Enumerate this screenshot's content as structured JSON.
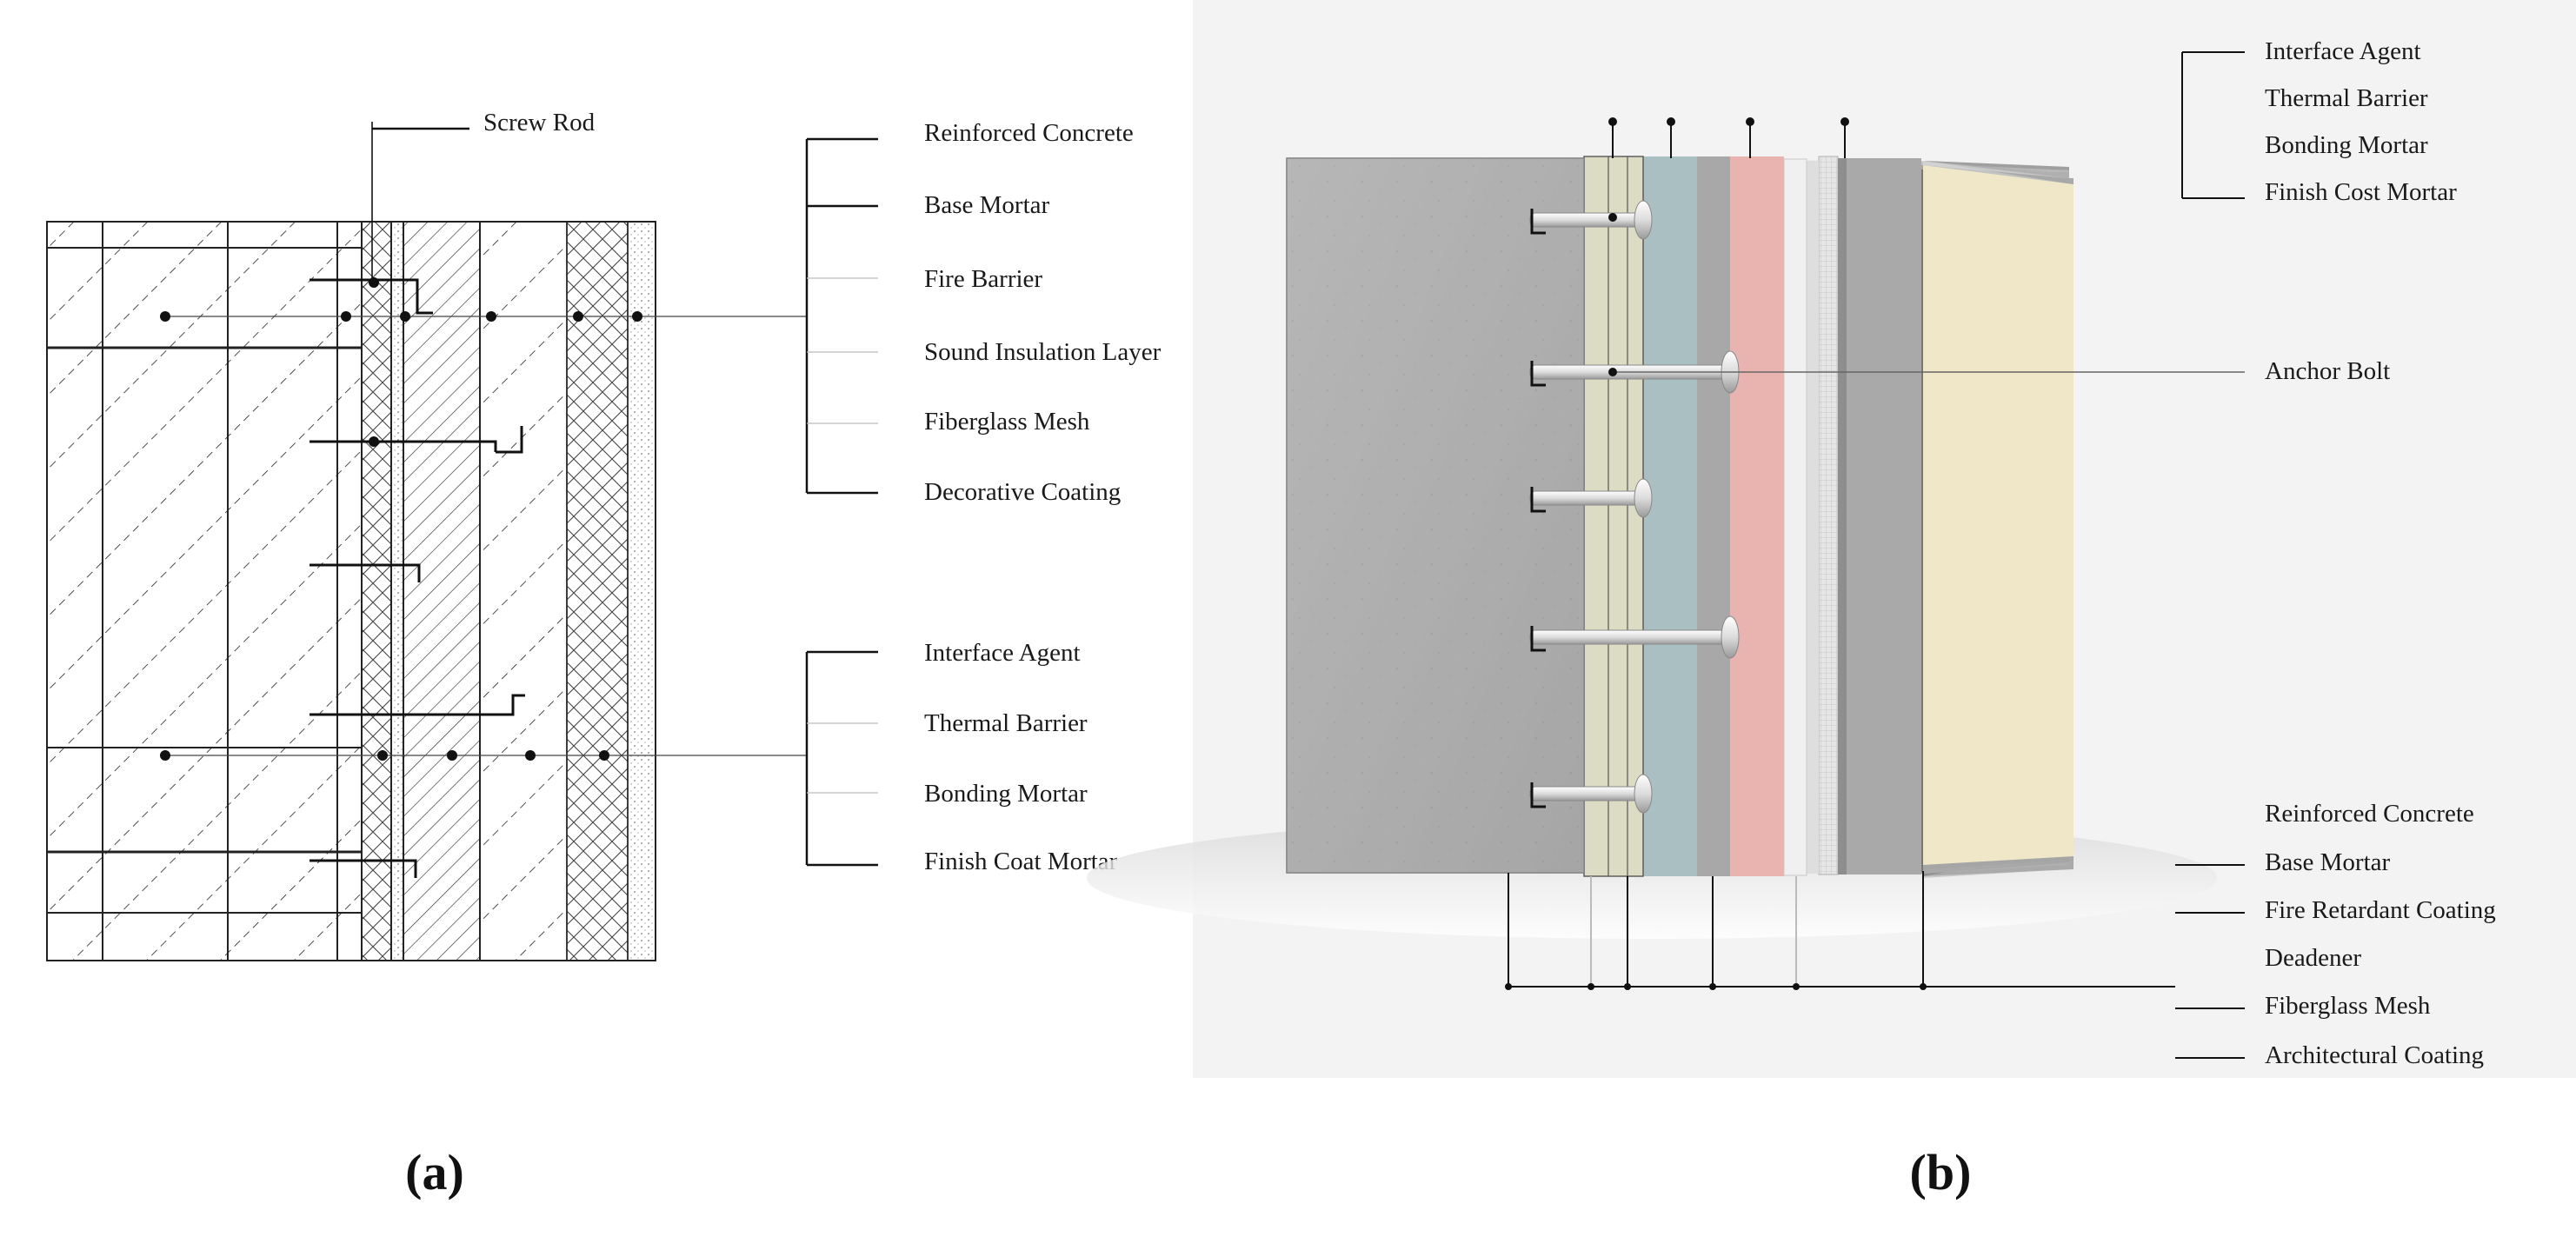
{
  "panel_a": {
    "caption": "(a)",
    "top_label": "Screw Rod",
    "group1": [
      "Reinforced Concrete",
      "Base Mortar",
      "Fire Barrier",
      "Sound Insulation Layer",
      "Fiberglass Mesh",
      "Decorative Coating"
    ],
    "group2": [
      "Interface Agent",
      "Thermal Barrier",
      "Bonding Mortar",
      "Finish Coat Mortar"
    ]
  },
  "panel_b": {
    "caption": "(b)",
    "top_group": [
      "Interface Agent",
      "Thermal Barrier",
      "Bonding Mortar",
      "Finish Cost Mortar"
    ],
    "anchor_label": "Anchor Bolt",
    "bottom_group": [
      "Reinforced Concrete",
      "Base Mortar",
      "Fire Retardant Coating",
      "Deadener",
      "Fiberglass Mesh",
      "Architectural Coating"
    ]
  },
  "colors": {
    "concrete": "#b4b4b4",
    "base_mortar": "#dcdcc4",
    "thermal_barrier": "#a9bfc2",
    "fire_layer": "#e9b3b0",
    "decorative": "#efe7c8"
  }
}
